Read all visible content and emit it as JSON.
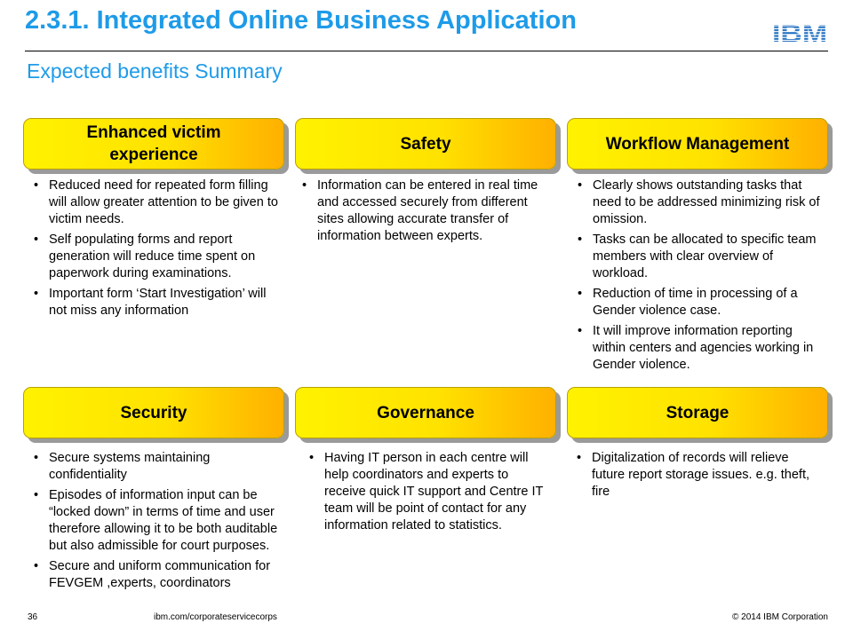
{
  "slide": {
    "title": "2.3.1. Integrated Online Business Application",
    "subtitle": "Expected benefits Summary",
    "logo_text": "IBM"
  },
  "boxes": [
    {
      "label": "Enhanced victim experience",
      "bullets": [
        "Reduced need for repeated form filling will allow greater attention to be given to victim needs.",
        "Self populating forms and report generation will reduce time spent on paperwork during examinations.",
        "Important form ‘Start Investigation’ will not miss any information"
      ]
    },
    {
      "label": "Safety",
      "bullets": [
        "Information can be entered in real time and accessed securely from different sites allowing accurate transfer of information between experts."
      ]
    },
    {
      "label": "Workflow Management",
      "bullets": [
        "Clearly shows outstanding tasks that need to be addressed minimizing risk of omission.",
        "Tasks can be allocated to specific team members with clear overview of workload.",
        "Reduction of time in processing of a Gender violence case.",
        "It will improve information reporting within centers and agencies working in Gender violence."
      ]
    },
    {
      "label": "Security",
      "bullets": [
        "Secure systems maintaining confidentiality",
        "Episodes of information input can be “locked down” in terms of time and user therefore allowing it to be both auditable but also admissible for court purposes.",
        "Secure and uniform communication for FEVGEM ,experts, coordinators"
      ]
    },
    {
      "label": "Governance",
      "bullets": [
        "Having IT person in each centre will help coordinators and experts to receive quick IT support and Centre IT team will be point of contact for any information related to statistics."
      ]
    },
    {
      "label": "Storage",
      "bullets": [
        "Digitalization of records will relieve future report storage issues. e.g. theft, fire"
      ]
    }
  ],
  "footer": {
    "page_number": "36",
    "url": "ibm.com/corporateservicecorps",
    "copyright": "© 2014 IBM Corporation"
  },
  "colors": {
    "title": "#1e9be8",
    "logo": "#1f70c1",
    "box_yellow": "#fff200",
    "box_orange": "#ffb000"
  }
}
